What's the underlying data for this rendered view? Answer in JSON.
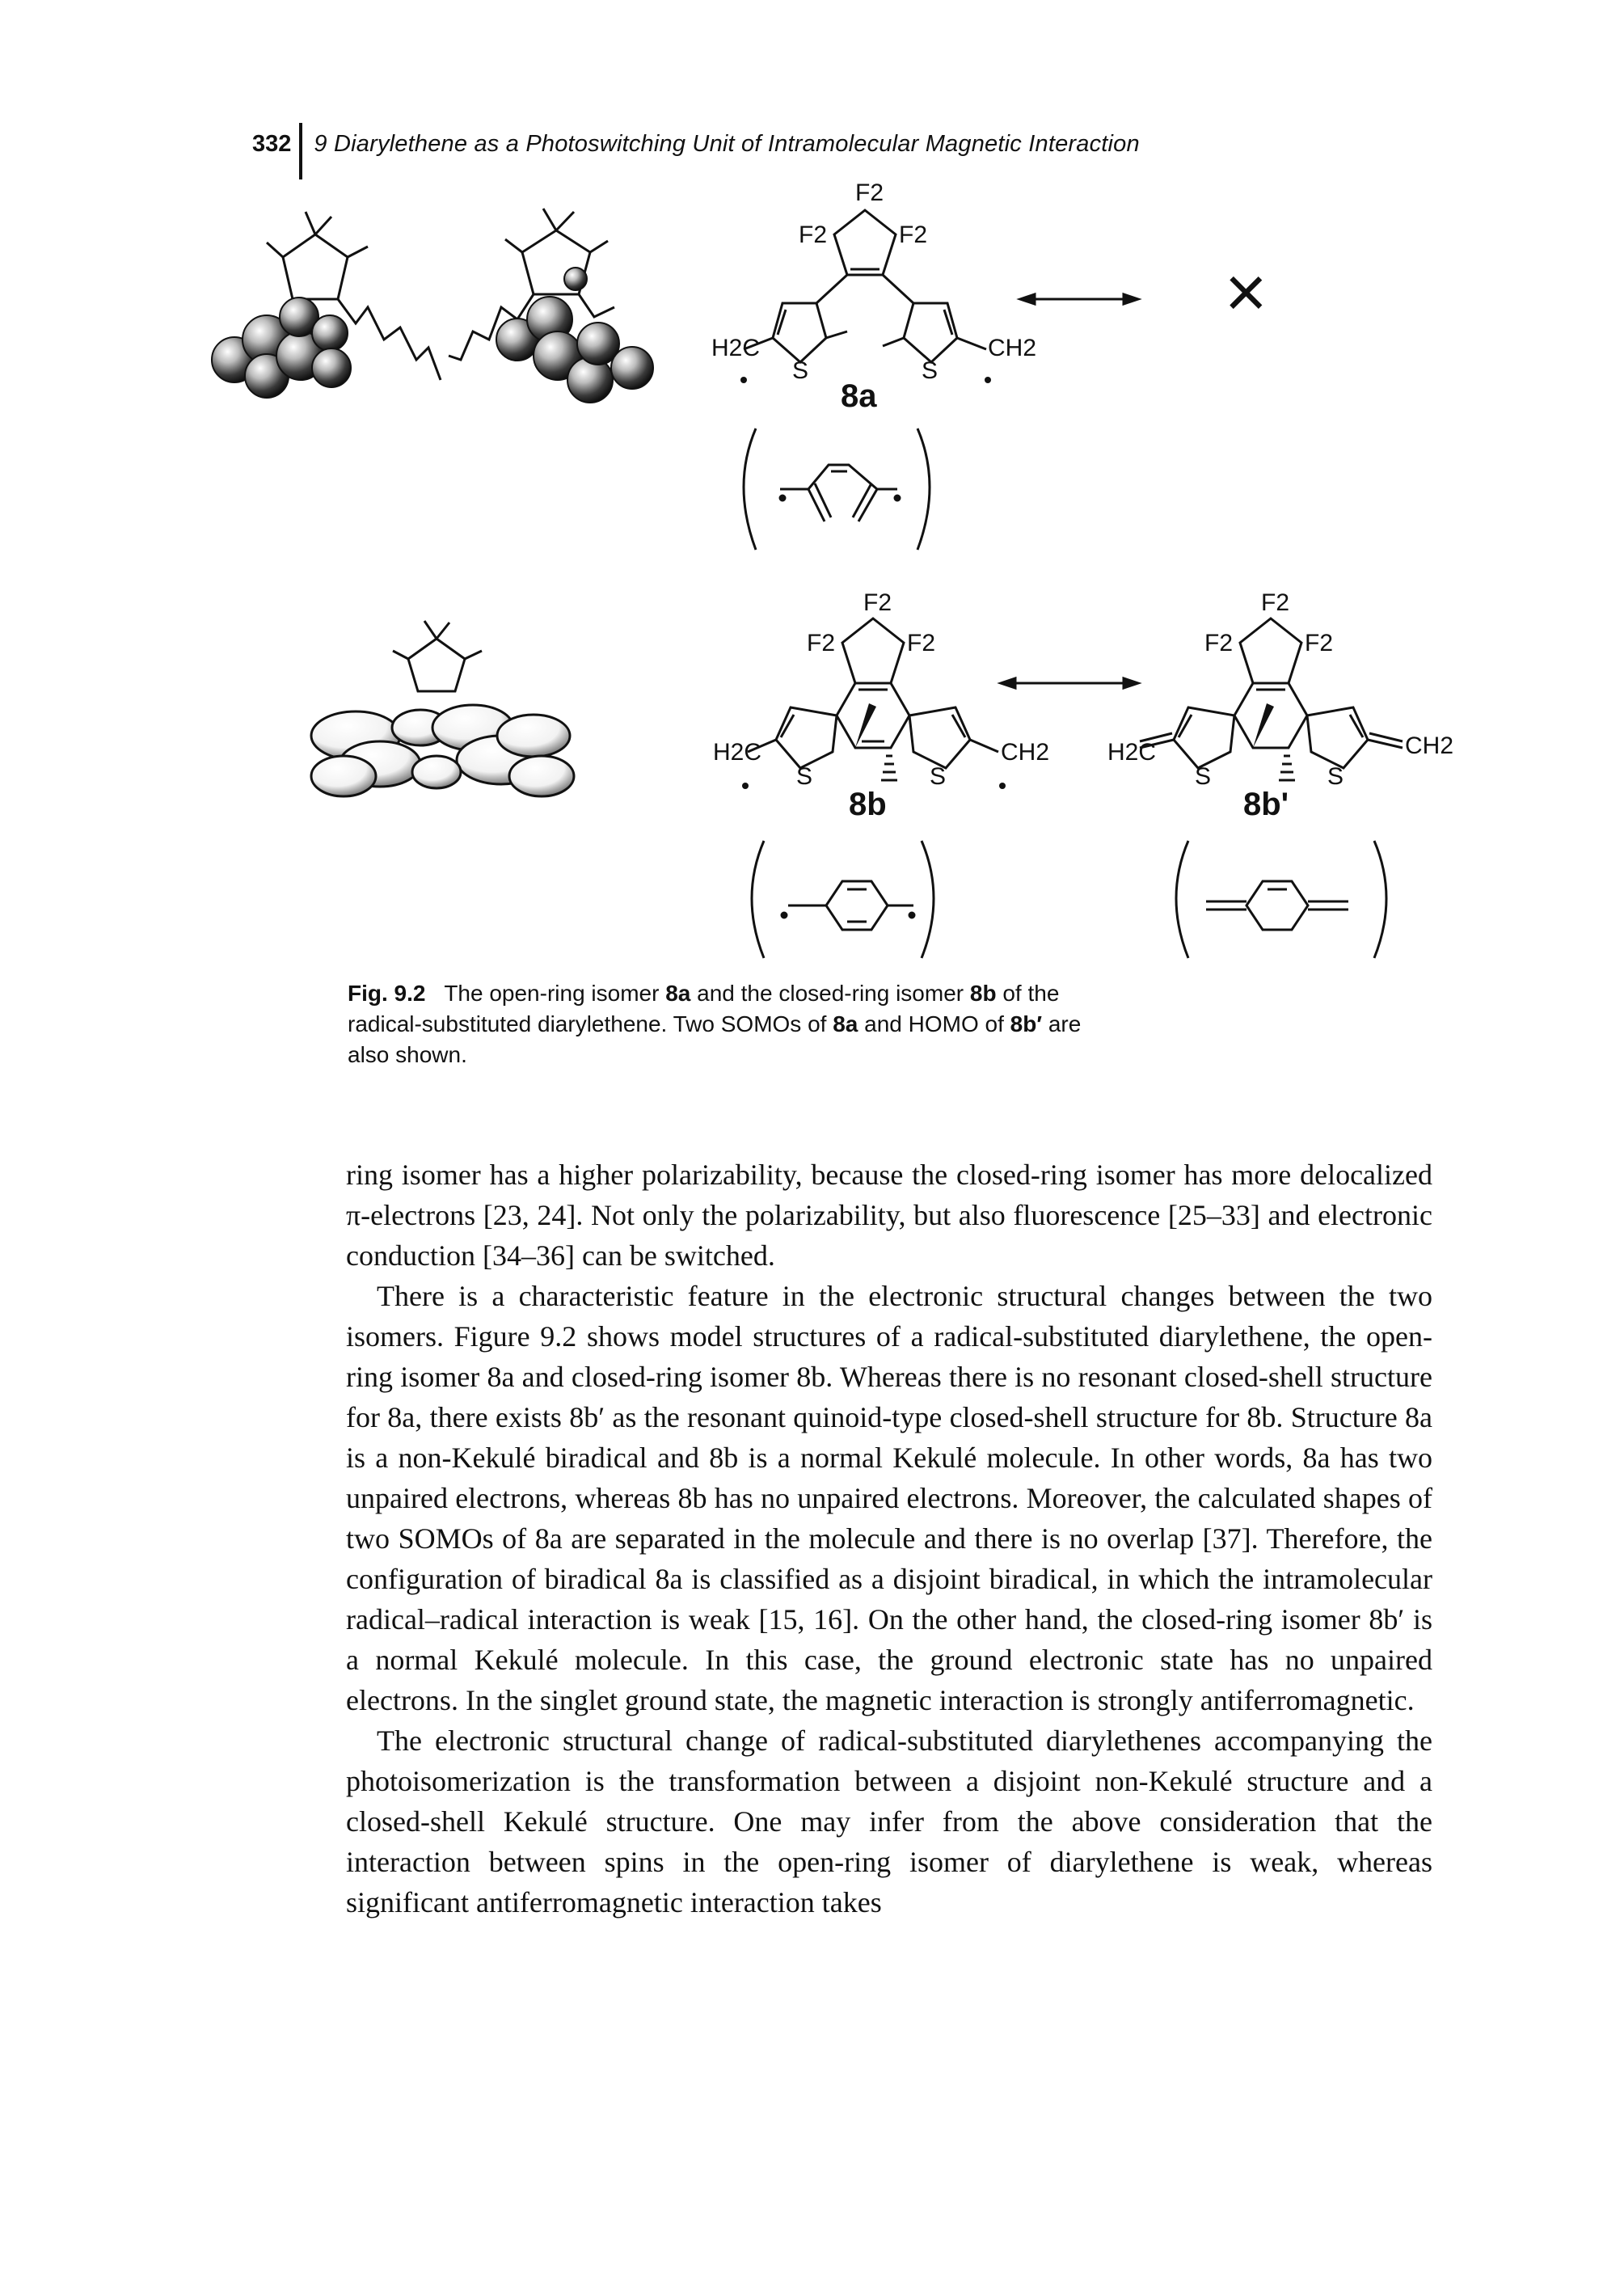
{
  "header": {
    "page_number": "332",
    "running_title": "9 Diarylethene as a Photoswitching Unit of Intramolecular Magnetic Interaction"
  },
  "figure": {
    "label_8a": "8a",
    "label_8b": "8b",
    "label_8b_prime": "8b'",
    "f2_label": "F2",
    "h2c_label": "H2C",
    "ch2_label": "CH2",
    "s_label": "S",
    "cross_mark": "×"
  },
  "caption": {
    "fig_label": "Fig. 9.2",
    "t1": "The open-ring isomer ",
    "b1": "8a",
    "t2": " and the closed-ring isomer ",
    "b2": "8b",
    "t3": " of the radical-substituted diarylethene. Two SOMOs of ",
    "b3": "8a",
    "t4": " and HOMO of ",
    "b4": "8b′",
    "t5": " are also shown."
  },
  "body": {
    "p1": "ring isomer has a higher polarizability, because the closed-ring isomer has more delocalized π-electrons [23, 24]. Not only the polarizability, but also fluorescence [25–33] and electronic conduction [34–36] can be switched.",
    "p2": "There is a characteristic feature in the electronic structural changes between the two isomers. Figure 9.2 shows model structures of a radical-substituted diarylethene, the open-ring isomer 8a and closed-ring isomer 8b. Whereas there is no resonant closed-shell structure for 8a, there exists 8b′ as the resonant quinoid-type closed-shell structure for 8b. Structure 8a is a non-Kekulé biradical and 8b is a normal Kekulé molecule. In other words, 8a has two unpaired electrons, whereas 8b has no unpaired electrons. Moreover, the calculated shapes of two SOMOs of 8a are separated in the molecule and there is no overlap [37]. Therefore, the configuration of biradical 8a is classified as a disjoint biradical, in which the intramolecular radical–radical interaction is weak [15, 16]. On the other hand, the closed-ring isomer 8b′ is a normal Kekulé molecule. In this case, the ground electronic state has no unpaired electrons. In the singlet ground state, the magnetic interaction is strongly antiferromagnetic.",
    "p3": "The electronic structural change of radical-substituted diarylethenes accompanying the photoisomerization is the transformation between a disjoint non-Kekulé structure and a closed-shell Kekulé structure. One may infer from the above consideration that the interaction between spins in the open-ring isomer of diarylethene is weak, whereas significant antiferromagnetic interaction takes"
  }
}
